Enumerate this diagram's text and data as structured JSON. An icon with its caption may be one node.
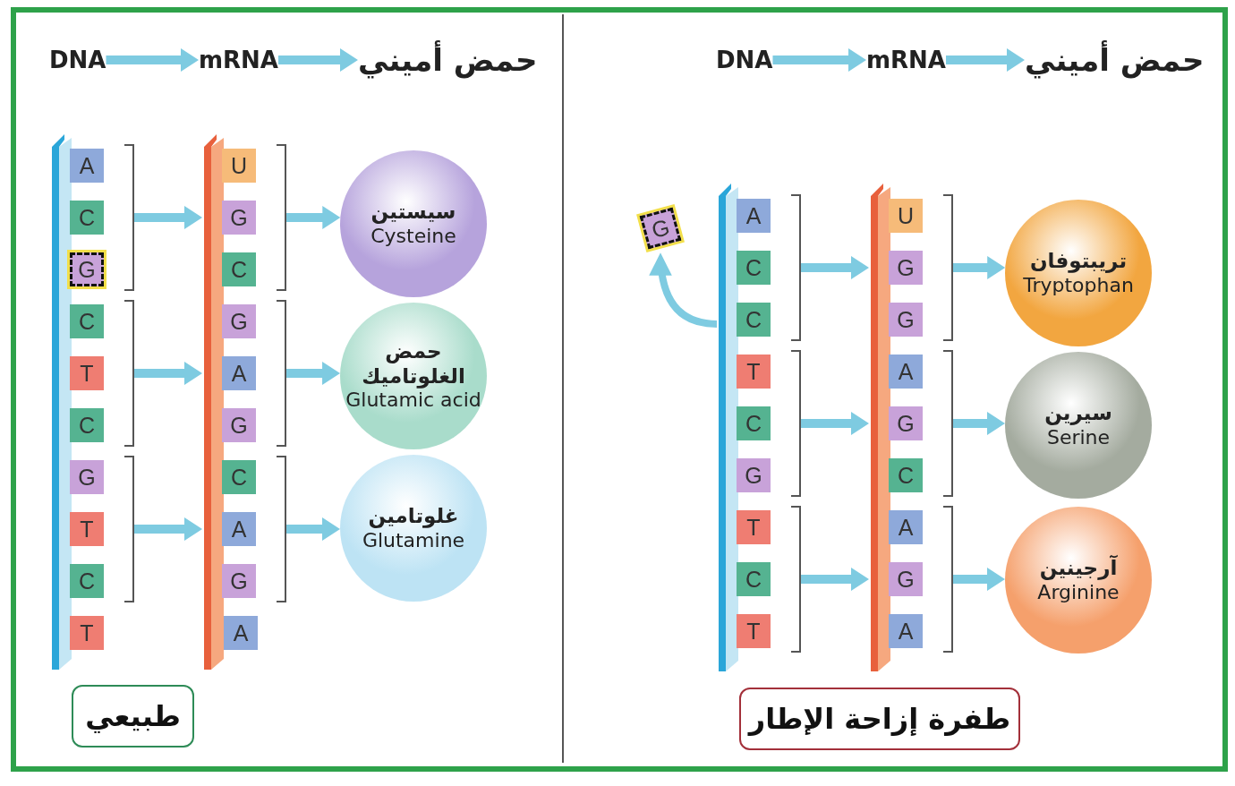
{
  "diagram": {
    "nodes": [
      {
        "text": [
          "DNA"
        ]
      },
      {
        "text": [
          "mRNA"
        ]
      },
      {
        "text": [
          "حمض أميني"
        ]
      },
      {
        "text": [],
        "shape": "bracket"
      },
      {
        "text": [
          "A"
        ],
        "in": 3
      },
      {
        "text": [
          "C"
        ],
        "in": 3
      },
      {
        "text": [
          "G"
        ],
        "in": 3
      },
      {
        "text": [],
        "shape": "bracket"
      },
      {
        "text": [
          "C"
        ],
        "in": 7
      },
      {
        "text": [
          "T"
        ],
        "in": 7
      },
      {
        "text": [
          "C"
        ],
        "in": 7
      },
      {
        "text": [],
        "shape": "bracket"
      },
      {
        "text": [
          "G"
        ],
        "in": 11
      },
      {
        "text": [
          "T"
        ],
        "in": 11
      },
      {
        "text": [
          "C"
        ],
        "in": 11
      },
      {
        "text": [
          "T"
        ]
      },
      {
        "text": [],
        "shape": "bracket"
      },
      {
        "text": [
          "U"
        ],
        "in": 16
      },
      {
        "text": [
          "G"
        ],
        "in": 16
      },
      {
        "text": [
          "C"
        ],
        "in": 16
      },
      {
        "text": [],
        "shape": "bracket"
      },
      {
        "text": [
          "G"
        ],
        "in": 20
      },
      {
        "text": [
          "A"
        ],
        "in": 20
      },
      {
        "text": [
          "G"
        ],
        "in": 20
      },
      {
        "text": [],
        "shape": "bracket"
      },
      {
        "text": [
          "C"
        ],
        "in": 24
      },
      {
        "text": [
          "A"
        ],
        "in": 24
      },
      {
        "text": [
          "G"
        ],
        "in": 24
      },
      {
        "text": [
          "A"
        ]
      },
      {
        "text": [
          "سيستين",
          "Cysteine"
        ]
      },
      {
        "text": [
          "حمض الغلوتاميك",
          "Glutamic acid"
        ]
      },
      {
        "text": [
          "غلوتامين",
          "Glutamine"
        ]
      },
      {
        "text": [
          "طبيعي"
        ]
      },
      {
        "text": [
          "DNA"
        ]
      },
      {
        "text": [
          "mRNA"
        ]
      },
      {
        "text": [
          "حمض أميني"
        ]
      },
      {
        "text": [
          "G"
        ]
      },
      {
        "text": [],
        "shape": "bracket"
      },
      {
        "text": [
          "A"
        ],
        "in": 37
      },
      {
        "text": [
          "C"
        ],
        "in": 37
      },
      {
        "text": [
          "C"
        ],
        "in": 37
      },
      {
        "text": [],
        "shape": "bracket"
      },
      {
        "text": [
          "T"
        ],
        "in": 41
      },
      {
        "text": [
          "C"
        ],
        "in": 41
      },
      {
        "text": [
          "G"
        ],
        "in": 41
      },
      {
        "text": [],
        "shape": "bracket"
      },
      {
        "text": [
          "T"
        ],
        "in": 45
      },
      {
        "text": [
          "C"
        ],
        "in": 45
      },
      {
        "text": [
          "T"
        ],
        "in": 45
      },
      {
        "text": [],
        "shape": "bracket"
      },
      {
        "text": [
          "U"
        ],
        "in": 49
      },
      {
        "text": [
          "G"
        ],
        "in": 49
      },
      {
        "text": [
          "G"
        ],
        "in": 49
      },
      {
        "text": [],
        "shape": "bracket"
      },
      {
        "text": [
          "A"
        ],
        "in": 53
      },
      {
        "text": [
          "G"
        ],
        "in": 53
      },
      {
        "text": [
          "C"
        ],
        "in": 53
      },
      {
        "text": [],
        "shape": "bracket"
      },
      {
        "text": [
          "A"
        ],
        "in": 57
      },
      {
        "text": [
          "G"
        ],
        "in": 57
      },
      {
        "text": [
          "A"
        ],
        "in": 57
      },
      {
        "text": [
          "تريبتوفان",
          "Tryptophan"
        ]
      },
      {
        "text": [
          "سيرين",
          "Serine"
        ]
      },
      {
        "text": [
          "آرجينين",
          "Arginine"
        ]
      },
      {
        "text": [
          "طفرة إزاحة الإطار"
        ]
      }
    ],
    "edges": [
      {
        "from": 0,
        "to": 1,
        "arrow": "to"
      },
      {
        "from": 1,
        "to": 2,
        "arrow": "to"
      },
      {
        "from": 3,
        "to": 16,
        "arrow": "to"
      },
      {
        "from": 16,
        "to": 29,
        "arrow": "to"
      },
      {
        "from": 7,
        "to": 20,
        "arrow": "to"
      },
      {
        "from": 20,
        "to": 30,
        "arrow": "to"
      },
      {
        "from": 11,
        "to": 24,
        "arrow": "to"
      },
      {
        "from": 24,
        "to": 31,
        "arrow": "to"
      },
      {
        "from": 33,
        "to": 34,
        "arrow": "to"
      },
      {
        "from": 34,
        "to": 35,
        "arrow": "to"
      },
      {
        "from": 37,
        "to": 36,
        "arrow": "to"
      },
      {
        "from": 37,
        "to": 49,
        "arrow": "to"
      },
      {
        "from": 49,
        "to": 61,
        "arrow": "to"
      },
      {
        "from": 41,
        "to": 53,
        "arrow": "to"
      },
      {
        "from": 53,
        "to": 62,
        "arrow": "to"
      },
      {
        "from": 45,
        "to": 57,
        "arrow": "to"
      },
      {
        "from": 57,
        "to": 63,
        "arrow": "to"
      }
    ]
  }
}
